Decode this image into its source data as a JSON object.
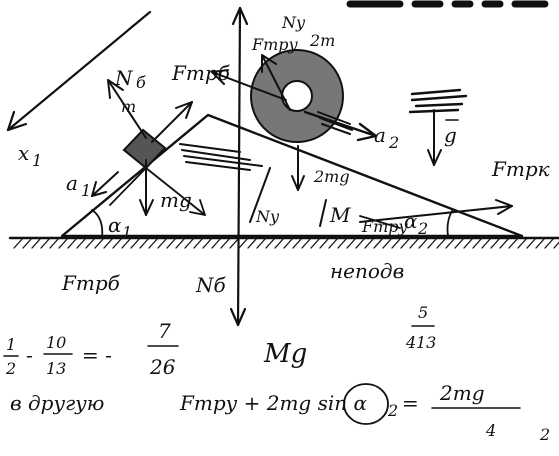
{
  "labels": {
    "x1": "x",
    "x1_sub": "1",
    "n_small": "N",
    "n_small_sub": "б",
    "f_fr_small_top": "Fтрб",
    "n_ring": "Nу",
    "f_fr_ring_top": "Fтру",
    "two_m": "2m",
    "a1": "a",
    "a1_sub": "1",
    "m_block": "m",
    "mg": "mg",
    "a2": "a",
    "a2_sub": "2",
    "g": "g",
    "f_fr_right": "Fтрк",
    "n_y_lower": "Nу",
    "big_m": "M",
    "f_fr_lower": "Fтру",
    "two_mg": "2mg",
    "alpha1": "α",
    "alpha1_sub": "1",
    "alpha2": "α",
    "alpha2_sub": "2",
    "f_fr_bottom": "Fтрб",
    "n_b_bottom": "Nб",
    "immobile": "неподв",
    "big_mg": "Mg"
  },
  "equations": {
    "eq1_left": "1",
    "eq1_left_den": "2",
    "eq1_minus": "-",
    "eq1_mid_num": "10",
    "eq1_mid_den": "13",
    "eq1_equals": "= -",
    "eq1_right_num": "7",
    "eq1_right_den": "26",
    "frac_num": "5",
    "frac_den": "13",
    "frac_prefix": "4",
    "eq2_text": "в другую",
    "eq2_formula": "Fтру + 2mg sin α",
    "eq2_sub": "2",
    "eq2_equals": "=",
    "eq2_rhs_num": "2mg",
    "eq2_rhs_den": "4",
    "eq2_rhs_sub": "2"
  }
}
